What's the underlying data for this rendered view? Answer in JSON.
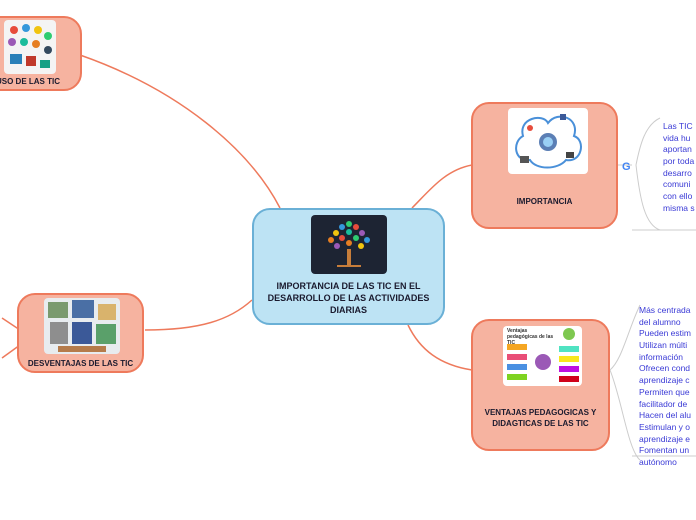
{
  "central": {
    "title": "IMPORTANCIA DE LAS TIC EN EL DESARROLLO DE LAS ACTIVIDADES DIARIAS"
  },
  "topics": {
    "importancia": {
      "label": "IMPORTANCIA"
    },
    "ventajas": {
      "label": "VENTAJAS PEDAGOGICAS Y DIDAGTICAS DE LAS TIC"
    },
    "desventajas": {
      "label": "DESVENTAJAS DE LAS TIC"
    },
    "uso": {
      "label": "L USO DE LAS TIC"
    }
  },
  "ventajas_image": {
    "title": "Ventajas pedagógicas de las TIC"
  },
  "importancia_text": {
    "lines": [
      "Las TIC",
      "vida hu",
      "aportan",
      "por toda",
      "desarro",
      "comuni",
      "con ello",
      "misma s"
    ]
  },
  "ventajas_text": {
    "lines": [
      "Más centrada",
      "del alumno",
      "Pueden estim",
      "Utilizan múlti",
      "información",
      "Ofrecen cond",
      "aprendizaje c",
      "Permiten que",
      "facilitador de",
      "Hacen del alu",
      "Estimulan y o",
      "aprendizaje e",
      "Fomentan un",
      "autónomo"
    ]
  },
  "colors": {
    "central_fill": "#bde3f4",
    "central_border": "#6ab0d6",
    "topic_fill": "#f6b3a0",
    "topic_border": "#ee7a5c",
    "text_blue": "#3a3ad6"
  },
  "icons": [
    "google-icon",
    "tree-icon",
    "cloud-network-icon"
  ]
}
